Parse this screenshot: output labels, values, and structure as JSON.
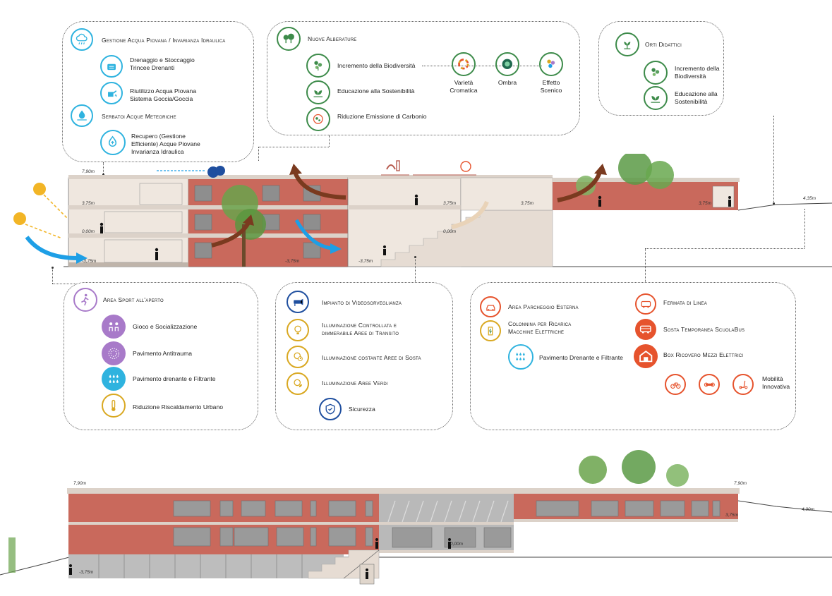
{
  "colors": {
    "brick": "#c9695c",
    "brick_dark": "#b75b4f",
    "slab": "#dcd2c9",
    "blue": "#1e9fe6",
    "brown": "#7a3a1f",
    "green": "#3d8b4a",
    "purple": "#a87ac9",
    "orange": "#e6532d",
    "yellow": "#d9a821",
    "navy": "#1f4f9f",
    "cyan": "#2fb3df"
  },
  "panel_water": {
    "title1": "Gestione Acqua Piovana / Invarianza Idraulica",
    "items1": [
      {
        "label": "Drenaggio e Stoccaggio\nTrincee Drenanti",
        "icon": "drainage-icon"
      },
      {
        "label": "Riutilizzo Acqua Piovana\nSistema Goccia/Goccia",
        "icon": "watering-can-icon"
      }
    ],
    "title2": "Serbatoi Acque Meteoriche",
    "items2": [
      {
        "label": "Recupero (Gestione\nEfficiente) Acque Piovane\nInvarianza Idraulica",
        "icon": "recycle-water-icon"
      }
    ]
  },
  "panel_trees": {
    "title": "Nuove Alberature",
    "items": [
      {
        "label": "Incremento della Biodiversità"
      },
      {
        "label": "Educazione alla Sostenibilità"
      },
      {
        "label": "Riduzione Emissione di Carbonio"
      }
    ],
    "features": [
      {
        "label": "Varietà\nCromatica"
      },
      {
        "label": "Ombra"
      },
      {
        "label": "Effetto\nScenico"
      }
    ]
  },
  "panel_gardens": {
    "title": "Orti Didattici",
    "items": [
      {
        "label": "Incremento della\nBiodiversità"
      },
      {
        "label": "Educazione alla\nSostenibilità"
      }
    ]
  },
  "panel_sport": {
    "title": "Area Sport all'aperto",
    "items": [
      {
        "label": "Gioco e Socializzazione"
      },
      {
        "label": "Pavimento Antitrauma"
      },
      {
        "label": "Pavimento drenante e Filtrante"
      },
      {
        "label": "Riduzione Riscaldamento Urbano"
      }
    ]
  },
  "panel_security": {
    "items": [
      {
        "label": "Impianto di Videosorveglianza"
      },
      {
        "label": "Illuminazione Controllata e\ndimmerabile Aree di Transito"
      },
      {
        "label": "Illuminazione costante Aree di Sosta"
      },
      {
        "label": "Illuminazione Aree Verdi"
      }
    ],
    "footer": "Sicurezza"
  },
  "panel_mobility": {
    "items_left": [
      {
        "label": "Area Parcheggio Esterna"
      },
      {
        "label": "Colonnina per Ricarica\nMacchine Elettriche"
      }
    ],
    "pavement": "Pavimento Drenante e Filtrante",
    "items_right": [
      {
        "label": "Fermata di Linea"
      },
      {
        "label": "Sosta Temporanea ScuolaBus"
      },
      {
        "label": "Box Ricovero Mezzi Elettrici"
      }
    ],
    "mobility": "Mobilità\nInnovativa"
  },
  "section_levels": {
    "top": "7,90m",
    "l375a": "3,75m",
    "l000a": "0,00m",
    "lm375a": "-3,75m",
    "lm375b": "-3,75m",
    "lm375c": "-3,75m",
    "l000b": "0,00m",
    "l375b": "3,75m",
    "l375c": "3,75m",
    "l375d": "3,75m",
    "l435": "4,35m"
  },
  "elevation_levels": {
    "top_left": "7,90m",
    "top_right": "7,90m",
    "l430": "4,30m",
    "l375": "3,75m",
    "l000": "0,00m",
    "lm375": "-3,75m"
  }
}
